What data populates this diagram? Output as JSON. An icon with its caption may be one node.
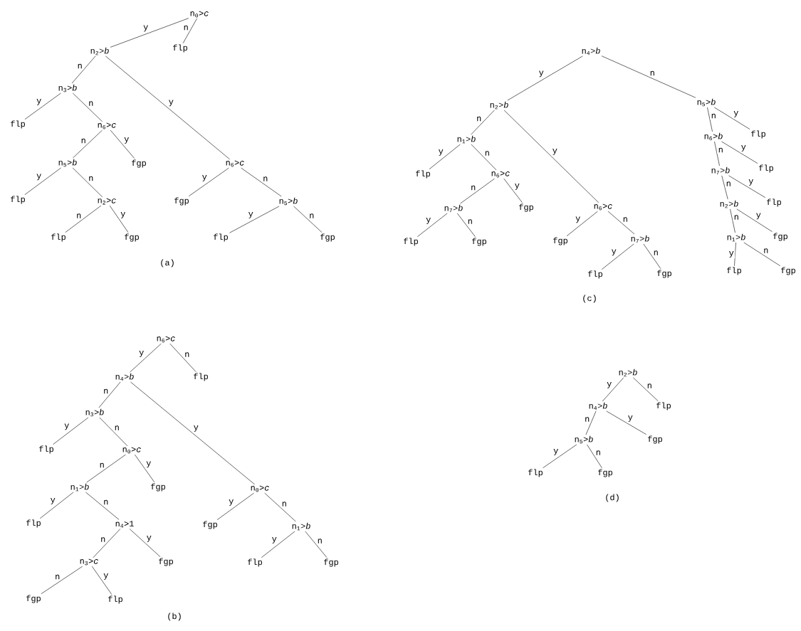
{
  "diagram": {
    "nodes": [
      {
        "text": [
          "n$_{0}$>*c*"
        ]
      },
      {
        "text": [
          "flp"
        ]
      },
      {
        "text": [
          "n$_{2}$>*b*"
        ]
      },
      {
        "text": [
          "n$_{3}$>*b*"
        ]
      },
      {
        "text": [
          "flp"
        ]
      },
      {
        "text": [
          "n$_{6}$>*c*"
        ]
      },
      {
        "text": [
          "n$_{5}$>*b*"
        ]
      },
      {
        "text": [
          "fgp"
        ]
      },
      {
        "text": [
          "flp"
        ]
      },
      {
        "text": [
          "n$_{2}$>*c*"
        ]
      },
      {
        "text": [
          "flp"
        ]
      },
      {
        "text": [
          "fgp"
        ]
      },
      {
        "text": [
          "n$_{6}$>*c*"
        ]
      },
      {
        "text": [
          "fgp"
        ]
      },
      {
        "text": [
          "n$_{5}$>*b*"
        ]
      },
      {
        "text": [
          "flp"
        ]
      },
      {
        "text": [
          "fgp"
        ]
      },
      {
        "text": [
          "n$_{4}$>*b*"
        ]
      },
      {
        "text": [
          "n$_{2}$>*b*"
        ]
      },
      {
        "text": [
          "n$_{5}$>*b*"
        ]
      },
      {
        "text": [
          "n$_{1}$>*b*"
        ]
      },
      {
        "text": [
          "flp"
        ]
      },
      {
        "text": [
          "n$_{6}$>*c*"
        ]
      },
      {
        "text": [
          "n$_{7}$>*b*"
        ]
      },
      {
        "text": [
          "fgp"
        ]
      },
      {
        "text": [
          "flp"
        ]
      },
      {
        "text": [
          "fgp"
        ]
      },
      {
        "text": [
          "n$_{6}$>*c*"
        ]
      },
      {
        "text": [
          "fgp"
        ]
      },
      {
        "text": [
          "n$_{7}$>*b*"
        ]
      },
      {
        "text": [
          "flp"
        ]
      },
      {
        "text": [
          "fgp"
        ]
      },
      {
        "text": [
          "flp"
        ]
      },
      {
        "text": [
          "n$_{6}$>*b*"
        ]
      },
      {
        "text": [
          "flp"
        ]
      },
      {
        "text": [
          "n$_{7}$>*b*"
        ]
      },
      {
        "text": [
          "flp"
        ]
      },
      {
        "text": [
          "n$_{2}$>*b*"
        ]
      },
      {
        "text": [
          "fgp"
        ]
      },
      {
        "text": [
          "n$_{1}$>*b*"
        ]
      },
      {
        "text": [
          "flp"
        ]
      },
      {
        "text": [
          "fgp"
        ]
      },
      {
        "text": [
          "n$_{6}$>*c*"
        ]
      },
      {
        "text": [
          "n$_{4}$>*b*"
        ]
      },
      {
        "text": [
          "flp"
        ]
      },
      {
        "text": [
          "n$_{3}$>*b*"
        ]
      },
      {
        "text": [
          "flp"
        ]
      },
      {
        "text": [
          "n$_{0}$>*c*"
        ]
      },
      {
        "text": [
          "n$_{1}$>*b*"
        ]
      },
      {
        "text": [
          "fgp"
        ]
      },
      {
        "text": [
          "flp"
        ]
      },
      {
        "text": [
          "n$_{4}$>1"
        ]
      },
      {
        "text": [
          "n$_{3}$>*c*"
        ]
      },
      {
        "text": [
          "fgp"
        ]
      },
      {
        "text": [
          "fgp"
        ]
      },
      {
        "text": [
          "flp"
        ]
      },
      {
        "text": [
          "n$_{0}$>*c*"
        ]
      },
      {
        "text": [
          "fgp"
        ]
      },
      {
        "text": [
          "n$_{1}$>*b*"
        ]
      },
      {
        "text": [
          "flp"
        ]
      },
      {
        "text": [
          "fgp"
        ]
      },
      {
        "text": [
          "n$_{2}$>*b*"
        ]
      },
      {
        "text": [
          "n$_{4}$>*b*"
        ]
      },
      {
        "text": [
          "flp"
        ]
      },
      {
        "text": [
          "n$_{5}$>*b*"
        ]
      },
      {
        "text": [
          "fgp"
        ]
      },
      {
        "text": [
          "flp"
        ]
      },
      {
        "text": [
          "fgp"
        ]
      }
    ],
    "edges": [
      {
        "from": 0,
        "to": 2,
        "arrow": "none",
        "label": "y"
      },
      {
        "from": 0,
        "to": 1,
        "arrow": "none",
        "label": "n"
      },
      {
        "from": 2,
        "to": 3,
        "arrow": "none",
        "label": "n"
      },
      {
        "from": 2,
        "to": 12,
        "arrow": "none",
        "label": "y"
      },
      {
        "from": 3,
        "to": 4,
        "arrow": "none",
        "label": "y"
      },
      {
        "from": 3,
        "to": 5,
        "arrow": "none",
        "label": "n"
      },
      {
        "from": 5,
        "to": 6,
        "arrow": "none",
        "label": "n"
      },
      {
        "from": 5,
        "to": 7,
        "arrow": "none",
        "label": "y"
      },
      {
        "from": 6,
        "to": 8,
        "arrow": "none",
        "label": "y"
      },
      {
        "from": 6,
        "to": 9,
        "arrow": "none",
        "label": "n"
      },
      {
        "from": 9,
        "to": 10,
        "arrow": "none",
        "label": "n"
      },
      {
        "from": 9,
        "to": 11,
        "arrow": "none",
        "label": "y"
      },
      {
        "from": 12,
        "to": 13,
        "arrow": "none",
        "label": "y"
      },
      {
        "from": 12,
        "to": 14,
        "arrow": "none",
        "label": "n"
      },
      {
        "from": 14,
        "to": 15,
        "arrow": "none",
        "label": "y"
      },
      {
        "from": 14,
        "to": 16,
        "arrow": "none",
        "label": "n"
      },
      {
        "from": 17,
        "to": 18,
        "arrow": "none",
        "label": "y"
      },
      {
        "from": 17,
        "to": 19,
        "arrow": "none",
        "label": "n"
      },
      {
        "from": 18,
        "to": 20,
        "arrow": "none",
        "label": "n"
      },
      {
        "from": 18,
        "to": 27,
        "arrow": "none",
        "label": "y"
      },
      {
        "from": 20,
        "to": 21,
        "arrow": "none",
        "label": "y"
      },
      {
        "from": 20,
        "to": 22,
        "arrow": "none",
        "label": "n"
      },
      {
        "from": 22,
        "to": 23,
        "arrow": "none",
        "label": "n"
      },
      {
        "from": 22,
        "to": 24,
        "arrow": "none",
        "label": "y"
      },
      {
        "from": 23,
        "to": 25,
        "arrow": "none",
        "label": "y"
      },
      {
        "from": 23,
        "to": 26,
        "arrow": "none",
        "label": "n"
      },
      {
        "from": 27,
        "to": 28,
        "arrow": "none",
        "label": "y"
      },
      {
        "from": 27,
        "to": 29,
        "arrow": "none",
        "label": "n"
      },
      {
        "from": 29,
        "to": 30,
        "arrow": "none",
        "label": "y"
      },
      {
        "from": 29,
        "to": 31,
        "arrow": "none",
        "label": "n"
      },
      {
        "from": 19,
        "to": 33,
        "arrow": "none",
        "label": "n"
      },
      {
        "from": 19,
        "to": 32,
        "arrow": "none",
        "label": "y"
      },
      {
        "from": 33,
        "to": 35,
        "arrow": "none",
        "label": "n"
      },
      {
        "from": 33,
        "to": 34,
        "arrow": "none",
        "label": "y"
      },
      {
        "from": 35,
        "to": 37,
        "arrow": "none",
        "label": "n"
      },
      {
        "from": 35,
        "to": 36,
        "arrow": "none",
        "label": "y"
      },
      {
        "from": 37,
        "to": 39,
        "arrow": "none",
        "label": "n"
      },
      {
        "from": 37,
        "to": 38,
        "arrow": "none",
        "label": "y"
      },
      {
        "from": 39,
        "to": 40,
        "arrow": "none",
        "label": "y"
      },
      {
        "from": 39,
        "to": 41,
        "arrow": "none",
        "label": "n"
      },
      {
        "from": 42,
        "to": 43,
        "arrow": "none",
        "label": "y"
      },
      {
        "from": 42,
        "to": 44,
        "arrow": "none",
        "label": "n"
      },
      {
        "from": 43,
        "to": 45,
        "arrow": "none",
        "label": "n"
      },
      {
        "from": 43,
        "to": 56,
        "arrow": "none",
        "label": "y"
      },
      {
        "from": 45,
        "to": 46,
        "arrow": "none",
        "label": "y"
      },
      {
        "from": 45,
        "to": 47,
        "arrow": "none",
        "label": "n"
      },
      {
        "from": 47,
        "to": 48,
        "arrow": "none",
        "label": "n"
      },
      {
        "from": 47,
        "to": 49,
        "arrow": "none",
        "label": "y"
      },
      {
        "from": 48,
        "to": 50,
        "arrow": "none",
        "label": "y"
      },
      {
        "from": 48,
        "to": 51,
        "arrow": "none",
        "label": "n"
      },
      {
        "from": 51,
        "to": 52,
        "arrow": "none",
        "label": "n"
      },
      {
        "from": 51,
        "to": 53,
        "arrow": "none",
        "label": "y"
      },
      {
        "from": 52,
        "to": 54,
        "arrow": "none",
        "label": "n"
      },
      {
        "from": 52,
        "to": 55,
        "arrow": "none",
        "label": "y"
      },
      {
        "from": 56,
        "to": 57,
        "arrow": "none",
        "label": "y"
      },
      {
        "from": 56,
        "to": 58,
        "arrow": "none",
        "label": "n"
      },
      {
        "from": 58,
        "to": 59,
        "arrow": "none",
        "label": "y"
      },
      {
        "from": 58,
        "to": 60,
        "arrow": "none",
        "label": "n"
      },
      {
        "from": 61,
        "to": 62,
        "arrow": "none",
        "label": "y"
      },
      {
        "from": 61,
        "to": 63,
        "arrow": "none",
        "label": "n"
      },
      {
        "from": 62,
        "to": 64,
        "arrow": "none",
        "label": "n"
      },
      {
        "from": 62,
        "to": 65,
        "arrow": "none",
        "label": "y"
      },
      {
        "from": 64,
        "to": 66,
        "arrow": "none",
        "label": "y"
      },
      {
        "from": 64,
        "to": 67,
        "arrow": "none",
        "label": "n"
      }
    ],
    "labels": [
      "(a)",
      "(c)",
      "(b)",
      "(d)"
    ]
  }
}
